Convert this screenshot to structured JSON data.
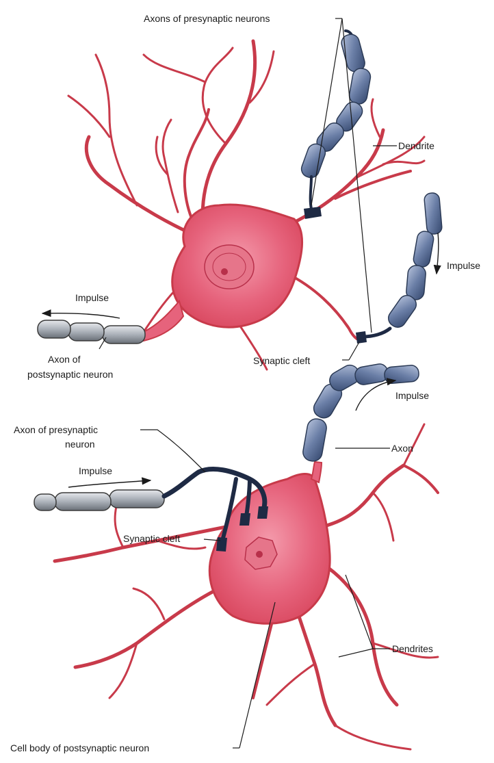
{
  "labels": {
    "axons_presynaptic": "Axons of presynaptic neurons",
    "dendrite": "Dendrite",
    "impulse_top_right": "Impulse",
    "impulse_top_left": "Impulse",
    "axon_postsynaptic_1": "Axon of",
    "axon_postsynaptic_2": "postsynaptic neuron",
    "synaptic_cleft_top": "Synaptic cleft",
    "impulse_bottom_right": "Impulse",
    "axon_presynaptic_1": "Axon of presynaptic",
    "axon_presynaptic_2": "neuron",
    "axon": "Axon",
    "impulse_bottom_left": "Impulse",
    "synaptic_cleft_bottom": "Synaptic cleft",
    "dendrites": "Dendrites",
    "cell_body": "Cell body of postsynaptic neuron"
  },
  "colors": {
    "neuron_body": "#e8607a",
    "dendrite_stroke": "#c83a4a",
    "presynaptic_axon": "#3a4f78",
    "myelin_grey": "#9aa0a8"
  }
}
